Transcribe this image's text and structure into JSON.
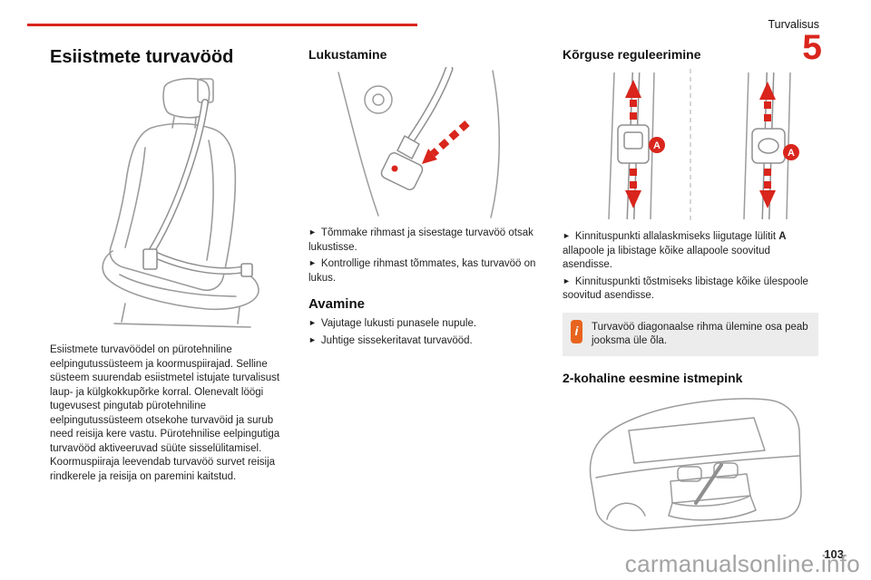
{
  "header": {
    "section": "Turvalisus",
    "chapter": "5"
  },
  "ui": {
    "bullet_marker": "►",
    "info_icon_glyph": "i"
  },
  "colors": {
    "accent": "#d9251c",
    "info_icon": "#e8641e",
    "line_art": "#9c9c9c"
  },
  "col1": {
    "title": "Esiistmete turvavööd",
    "body": "Esiistmete turvavöödel on pürotehniline eelpingutussüsteem ja koormuspiirajad. Selline süsteem suurendab esiistmetel istujate turvalisust laup- ja külgkokkupõrke korral. Olenevalt löögi tugevusest pingutab pürotehniline eelpingutussüsteem otsekohe turvavöid ja surub need reisija kere vastu. Pürotehnilise eelpingutiga turvavööd aktiveeruvad süüte sisselülitamisel. Koormuspiiraja leevendab turvavöö survet reisija rindkerele ja reisija on paremini kaitstud."
  },
  "col2": {
    "locking_heading": "Lukustamine",
    "locking_bullets": [
      "Tõmmake rihmast ja sisestage turvavöö otsak lukustisse.",
      "Kontrollige rihmast tõmmates, kas turvavöö on lukus."
    ],
    "opening_heading": "Avamine",
    "opening_bullets": [
      "Vajutage lukusti punasele nupule.",
      "Juhtige sissekeritavat turvavööd."
    ]
  },
  "col3": {
    "height_heading": "Kõrguse reguleerimine",
    "height_b1_pre": "Kinnituspunkti allalaskmiseks liigutage lülitit ",
    "height_b1_bold": "A",
    "height_b1_post": " allapoole ja libistage kõike allapoole soovitud asendisse.",
    "height_b2": "Kinnituspunkti tõstmiseks libistage kõike ülespoole soovitud asendisse.",
    "label_a": "A",
    "info_text": "Turvavöö diagonaalse rihma ülemine osa peab jooksma üle õla.",
    "bench_heading": "2-kohaline eesmine istmepink"
  },
  "footer": {
    "page_number": "103",
    "watermark": "carmanualsonline.info"
  }
}
